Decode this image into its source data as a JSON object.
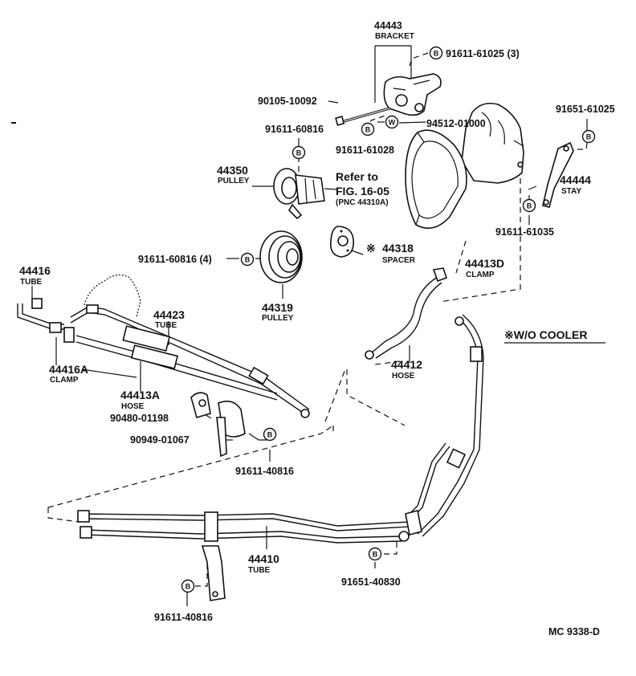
{
  "parts": {
    "p44443": {
      "number": "44443",
      "name": "BRACKET"
    },
    "p91611_61025": {
      "number": "91611-61025 (3)",
      "symbol": "B"
    },
    "p90105": {
      "number": "90105-10092"
    },
    "p91611_60816_top": {
      "number": "91611-60816",
      "symbol": "B"
    },
    "p94512": {
      "number": "94512-01000",
      "symbol": "W"
    },
    "p91611_61028": {
      "number": "91611-61028",
      "symbol": "B"
    },
    "p91651_61025": {
      "number": "91651-61025",
      "symbol": "B"
    },
    "p44350": {
      "number": "44350",
      "name": "PULLEY"
    },
    "refer": {
      "line1": "Refer to",
      "line2": "FIG. 16-05",
      "line3": "(PNC 44310A)"
    },
    "p44444": {
      "number": "44444",
      "name": "STAY"
    },
    "p91611_61035": {
      "number": "91611-61035",
      "symbol": "B"
    },
    "p44318": {
      "number": "44318",
      "name": "SPACER",
      "mark": "※"
    },
    "p91611_60816_4": {
      "number": "91611-60816 (4)",
      "symbol": "B"
    },
    "p44413D": {
      "number": "44413D",
      "name": "CLAMP"
    },
    "p44416": {
      "number": "44416",
      "name": "TUBE"
    },
    "p44319": {
      "number": "44319",
      "name": "PULLEY"
    },
    "p44423": {
      "number": "44423",
      "name": "TUBE"
    },
    "p44416A": {
      "number": "44416A",
      "name": "CLAMP"
    },
    "p44412": {
      "number": "44412",
      "name": "HOSE"
    },
    "p44413A": {
      "number": "44413A",
      "name": "HOSE"
    },
    "p90480": {
      "number": "90480-01198"
    },
    "p90949": {
      "number": "90949-01067"
    },
    "p91611_40816_mid": {
      "number": "91611-40816",
      "symbol": "B"
    },
    "p44410": {
      "number": "44410",
      "name": "TUBE"
    },
    "p91651_40830": {
      "number": "91651-40830",
      "symbol": "B"
    },
    "p91611_40816_bot": {
      "number": "91611-40816",
      "symbol": "B"
    }
  },
  "note": "※W/O COOLER",
  "figure_code": "MC  9338-D"
}
